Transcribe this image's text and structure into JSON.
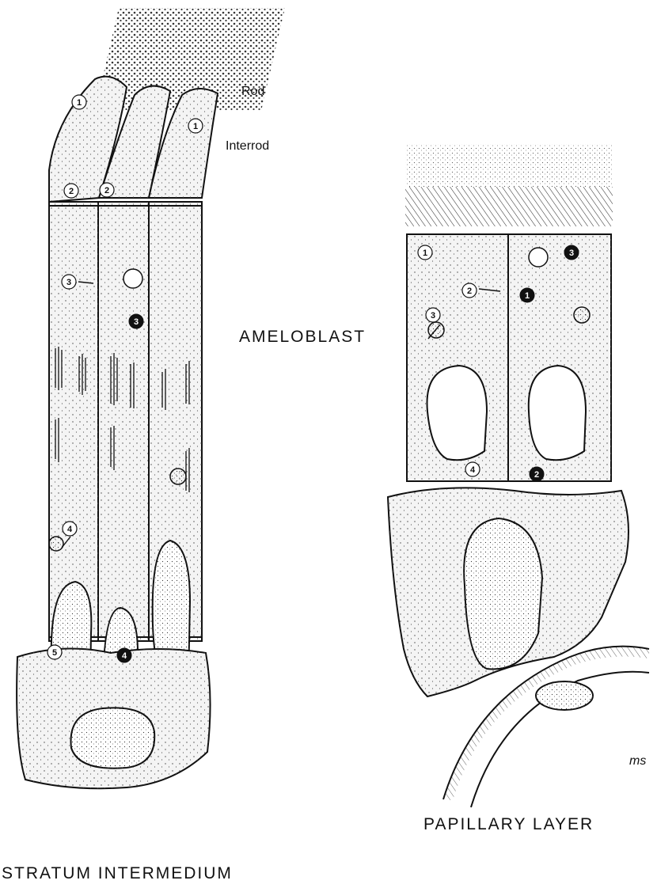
{
  "labels": {
    "rod": "Rod",
    "interrod": "Interrod",
    "ameloblast": "AMELOBLAST",
    "papillary_layer": "PAPILLARY LAYER",
    "stratum_intermedium": "STRATUM INTERMEDIUM",
    "signature": "ms"
  },
  "markers": {
    "left": [
      "1",
      "2",
      "3",
      "4",
      "5"
    ],
    "left_open_arrows": [
      "1",
      "2",
      "3",
      "4"
    ],
    "right": [
      "1",
      "2",
      "3",
      "4"
    ],
    "right_open_arrows": [
      "1",
      "2",
      "3"
    ]
  },
  "colors": {
    "ink": "#111111",
    "paper": "#ffffff",
    "cytoplasm": "#f4f4f4"
  }
}
